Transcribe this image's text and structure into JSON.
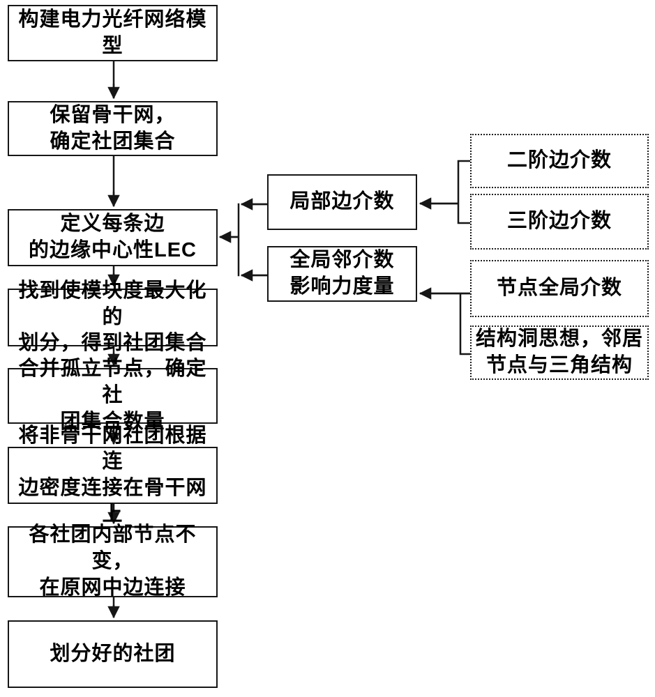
{
  "diagram": {
    "type": "flowchart",
    "background_color": "#ffffff",
    "line_color": "#161616",
    "text_color": "#000000",
    "main_steps": [
      {
        "name": "build-power-fiber-network-model",
        "lines": [
          "构建电力光纤网络模型"
        ]
      },
      {
        "name": "keep-backbone-determine-communities",
        "lines": [
          "保留骨干网，",
          "确定社团集合"
        ]
      },
      {
        "name": "define-edge-centrality-lec",
        "lines": [
          "定义每条边",
          "的边缘中心性LEC"
        ]
      },
      {
        "name": "maximize-modularity-partition",
        "lines": [
          "找到使模块度最大化的",
          "划分，得到社团集合"
        ]
      },
      {
        "name": "merge-isolated-nodes",
        "lines": [
          "合并孤立节点，确定社",
          "团集合数量"
        ]
      },
      {
        "name": "attach-non-backbone-communities",
        "lines": [
          "将非骨干网社团根据连",
          "边密度连接在骨干网上"
        ]
      },
      {
        "name": "keep-internal-nodes-reconnect",
        "lines": [
          "各社团内部节点不变，",
          "在原网中边连接"
        ]
      },
      {
        "name": "final-communities",
        "lines": [
          "划分好的社团"
        ]
      }
    ],
    "metric_nodes": [
      {
        "name": "local-edge-betweenness",
        "lines": [
          "局部边介数"
        ]
      },
      {
        "name": "global-neighbor-betweenness-influence",
        "lines": [
          "全局邻介数",
          "影响力度量"
        ]
      }
    ],
    "factor_nodes": [
      {
        "name": "second-order-edge-betweenness",
        "lines": [
          "二阶边介数"
        ]
      },
      {
        "name": "third-order-edge-betweenness",
        "lines": [
          "三阶边介数"
        ]
      },
      {
        "name": "node-global-betweenness",
        "lines": [
          "节点全局介数"
        ]
      },
      {
        "name": "structural-hole-triangle",
        "lines": [
          "结构洞思想，邻居",
          "节点与三角结构"
        ]
      }
    ]
  }
}
